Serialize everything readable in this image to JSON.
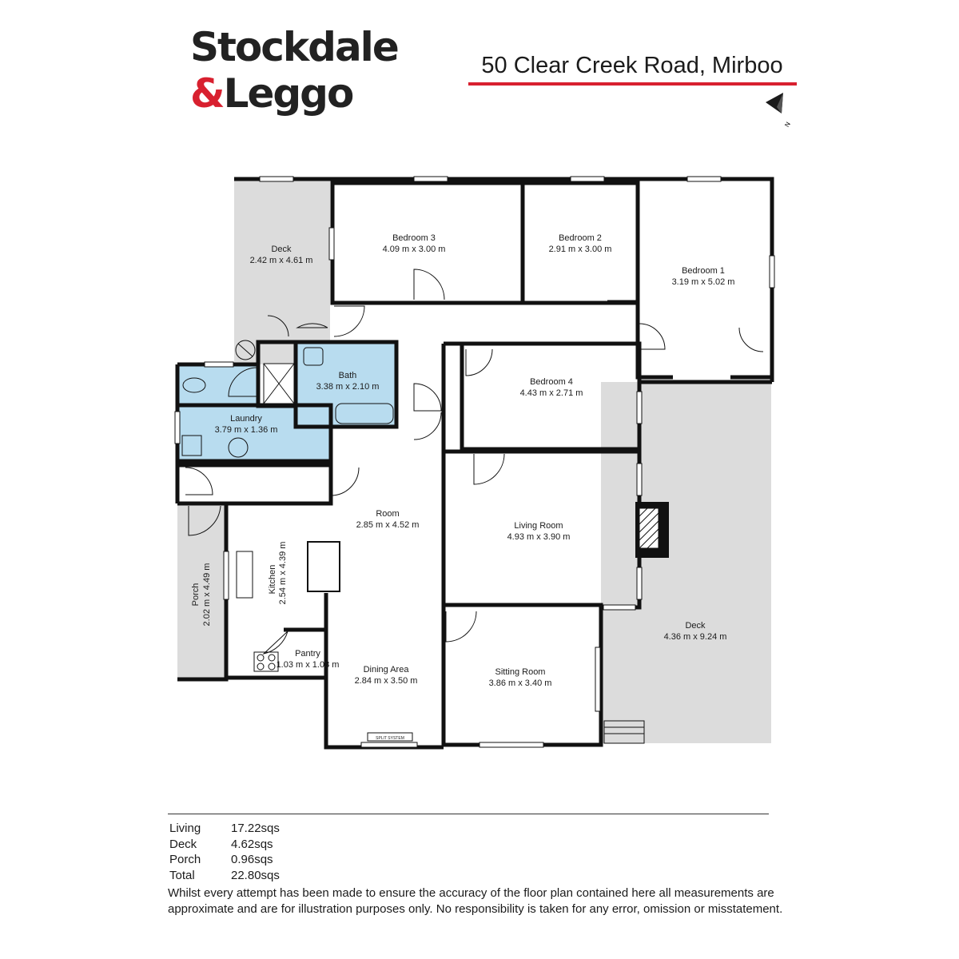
{
  "brand": {
    "line1": "Stockdale",
    "line2_amp": "&",
    "line2_rest": "Leggo",
    "accent_color": "#d8202f"
  },
  "address": "50 Clear Creek Road, Mirboo",
  "compass": {
    "label": "N",
    "icon": "north-arrow-icon"
  },
  "rooms": [
    {
      "name": "Deck",
      "dims": "2.42 m x 4.61 m"
    },
    {
      "name": "Bedroom 3",
      "dims": "4.09 m x 3.00 m"
    },
    {
      "name": "Bedroom 2",
      "dims": "2.91 m x 3.00 m"
    },
    {
      "name": "Bedroom 1",
      "dims": "3.19 m x 5.02 m"
    },
    {
      "name": "Bath",
      "dims": "3.38 m x 2.10 m"
    },
    {
      "name": "Bedroom 4",
      "dims": "4.43 m x 2.71 m"
    },
    {
      "name": "Laundry",
      "dims": "3.79 m x 1.36 m"
    },
    {
      "name": "Room",
      "dims": "2.85 m x 4.52 m"
    },
    {
      "name": "Living Room",
      "dims": "4.93 m x 3.90 m"
    },
    {
      "name": "Kitchen",
      "dims": "2.54 m x 4.39 m"
    },
    {
      "name": "Porch",
      "dims": "2.02 m x 4.49 m"
    },
    {
      "name": "Deck",
      "dims": "4.36 m x 9.24 m"
    },
    {
      "name": "Pantry",
      "dims": "1.03 m x 1.03 m"
    },
    {
      "name": "Dining Area",
      "dims": "2.84 m x 3.50 m"
    },
    {
      "name": "Sitting Room",
      "dims": "3.86 m x 3.40 m"
    }
  ],
  "fixture_label": "SPLIT SYSTEM",
  "summary": [
    {
      "label": "Living",
      "value": "17.22sqs"
    },
    {
      "label": "Deck",
      "value": "4.62sqs"
    },
    {
      "label": "Porch",
      "value": "0.96sqs"
    },
    {
      "label": "Total",
      "value": "22.80sqs"
    }
  ],
  "disclaimer": "Whilst every attempt has been made to ensure the accuracy of the floor plan contained here all measurements are approximate and are for illustration purposes only. No responsibility is taken for any error, omission or misstatement.",
  "colors": {
    "wet_area": "#b8dcef",
    "deck": "#dcdcdc",
    "wall": "#111111"
  }
}
